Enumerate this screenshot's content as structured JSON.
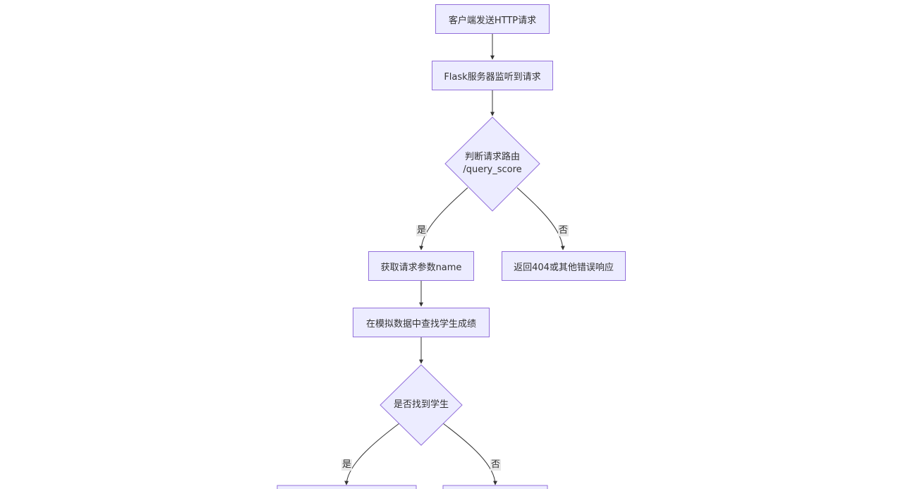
{
  "colors": {
    "node_fill": "#ececff",
    "node_stroke": "#9370db",
    "edge": "#333333",
    "label_bg": "#e8e8e8"
  },
  "nodes": {
    "client_send": "客户端发送HTTP请求",
    "flask_listen": "Flask服务器监听到请求",
    "route_check_line1": "判断请求路由",
    "route_check_line2": "/query_score",
    "get_param": "获取请求参数name",
    "return_404": "返回404或其他错误响应",
    "find_score": "在模拟数据中查找学生成绩",
    "found_check": "是否找到学生"
  },
  "edge_labels": {
    "yes": "是",
    "no": "否"
  }
}
